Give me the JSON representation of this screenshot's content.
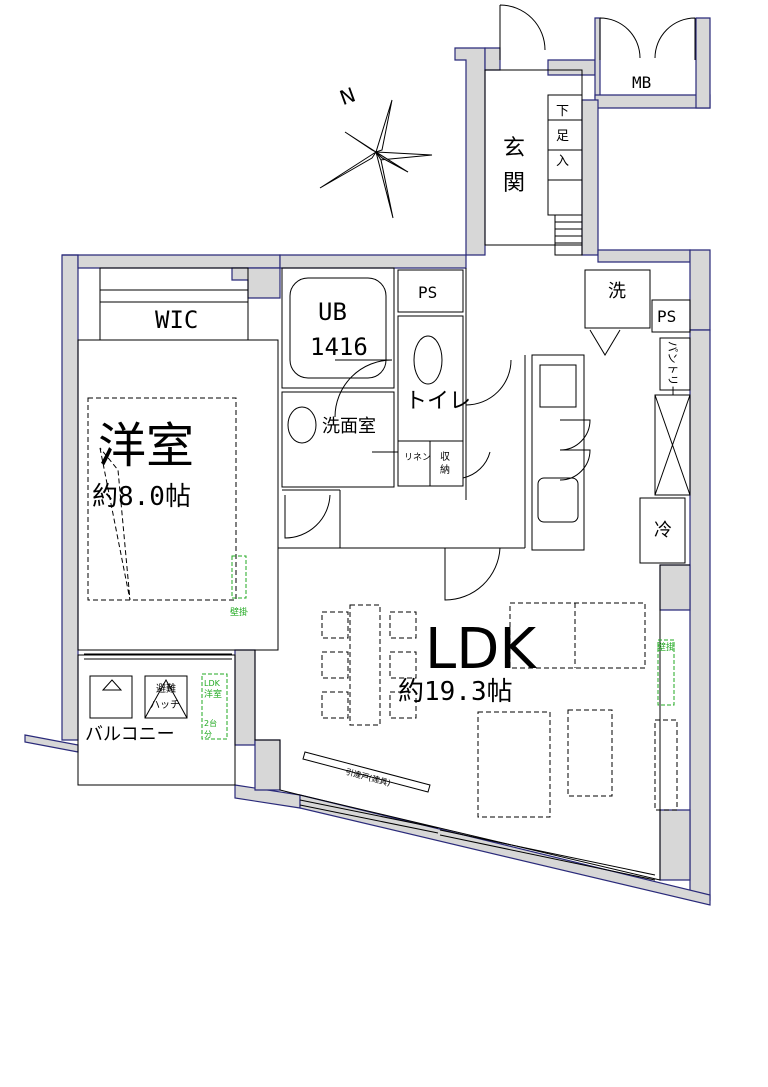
{
  "compass": {
    "north_label": "N"
  },
  "rooms": {
    "entrance": "玄関",
    "shoe_box": "下足入",
    "meter_box": "MB",
    "pipe_space_1": "PS",
    "pipe_space_2": "PS",
    "wic": "WIC",
    "bath": "UB",
    "bath_size": "1416",
    "toilet": "トイレ",
    "washroom": "洗面室",
    "linen": "リネン",
    "storage": "収納",
    "laundry": "洗",
    "pantry": "パントリー",
    "fridge": "冷",
    "bedroom": "洋室",
    "bedroom_size": "約8.0帖",
    "ldk": "LDK",
    "ldk_size": "約19.3帖",
    "balcony": "バルコニー",
    "evac_hatch": "避難ハッチ",
    "ac_units": "LDK洋室",
    "ac_units_note": "2台分",
    "wall_hung_1": "壁掛",
    "wall_hung_2": "壁掛",
    "curtain_rail": "引違戸(建具)"
  }
}
